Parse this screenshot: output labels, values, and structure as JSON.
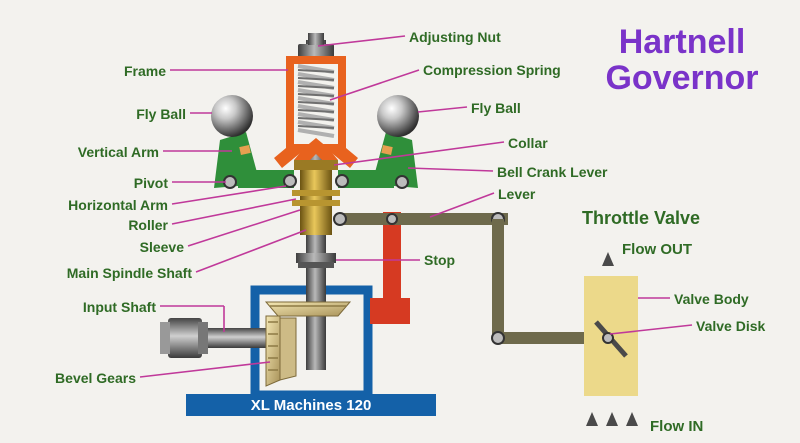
{
  "title": {
    "line1": "Hartnell",
    "line2": "Governor"
  },
  "throttle": {
    "heading": "Throttle Valve",
    "flow_out": "Flow OUT",
    "flow_in": "Flow IN"
  },
  "base_label": "XL Machines 120",
  "labels": {
    "adjusting_nut": "Adjusting Nut",
    "frame": "Frame",
    "compression_spring": "Compression Spring",
    "fly_ball_left": "Fly Ball",
    "fly_ball_right": "Fly Ball",
    "vertical_arm": "Vertical Arm",
    "collar": "Collar",
    "bell_crank_lever": "Bell Crank Lever",
    "pivot": "Pivot",
    "lever": "Lever",
    "horizontal_arm": "Horizontal Arm",
    "roller": "Roller",
    "sleeve": "Sleeve",
    "stop": "Stop",
    "main_spindle_shaft": "Main Spindle Shaft",
    "input_shaft": "Input Shaft",
    "valve_body": "Valve Body",
    "valve_disk": "Valve Disk",
    "bevel_gears": "Bevel Gears"
  },
  "colors": {
    "label_text": "#2f6b25",
    "leader_line": "#c0399a",
    "title": "#7a33c9",
    "frame": "#e8621e",
    "arm": "#2f8f3a",
    "stop": "#d63a22",
    "base": "#1461a8",
    "valve_body": "#ecd98a",
    "lever": "#6e6a4c"
  },
  "icons": [
    "fly-ball-icon",
    "flow-out-arrow-icon",
    "flow-in-arrow-icon",
    "valve-disk-icon"
  ]
}
